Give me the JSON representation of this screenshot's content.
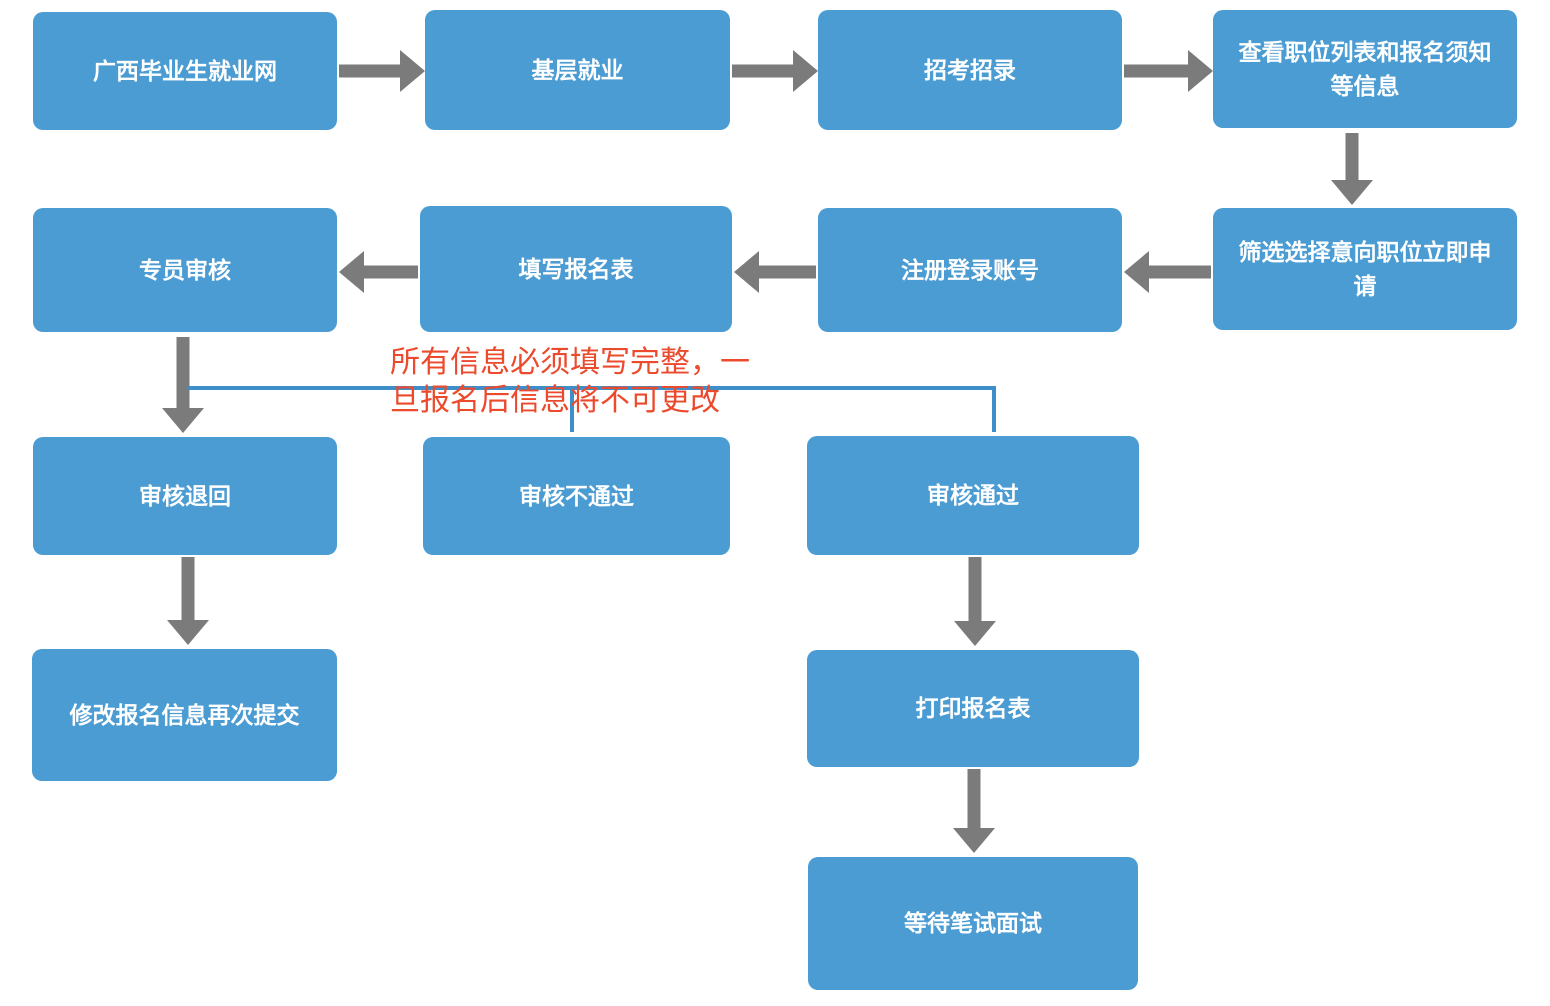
{
  "diagram": {
    "name": "job-application-flowchart",
    "nodes": [
      {
        "id": "portal",
        "label": "广西毕业生就业网"
      },
      {
        "id": "grassroots",
        "label": "基层就业"
      },
      {
        "id": "recruitment",
        "label": "招考招录"
      },
      {
        "id": "view-positions",
        "label": "查看职位列表和报名须知等信息"
      },
      {
        "id": "filter-apply",
        "label": "筛选选择意向职位立即申请"
      },
      {
        "id": "register-login",
        "label": "注册登录账号"
      },
      {
        "id": "fill-form",
        "label": "填写报名表"
      },
      {
        "id": "specialist-review",
        "label": "专员审核"
      },
      {
        "id": "review-returned",
        "label": "审核退回"
      },
      {
        "id": "review-rejected",
        "label": "审核不通过"
      },
      {
        "id": "review-approved",
        "label": "审核通过"
      },
      {
        "id": "modify-resubmit",
        "label": "修改报名信息再次提交"
      },
      {
        "id": "print-form",
        "label": "打印报名表"
      },
      {
        "id": "wait-exam",
        "label": "等待笔试面试"
      }
    ],
    "annotation": {
      "line1": "所有信息必须填写完整，一",
      "line2": "旦报名后信息将不可更改"
    },
    "colors": {
      "node_fill": "#4B9CD3",
      "node_text": "#FFFFFF",
      "arrow": "#7B7B7B",
      "connector": "#3E8EC9",
      "annotation": "#EB4A2D",
      "background": "#FFFFFF"
    }
  }
}
